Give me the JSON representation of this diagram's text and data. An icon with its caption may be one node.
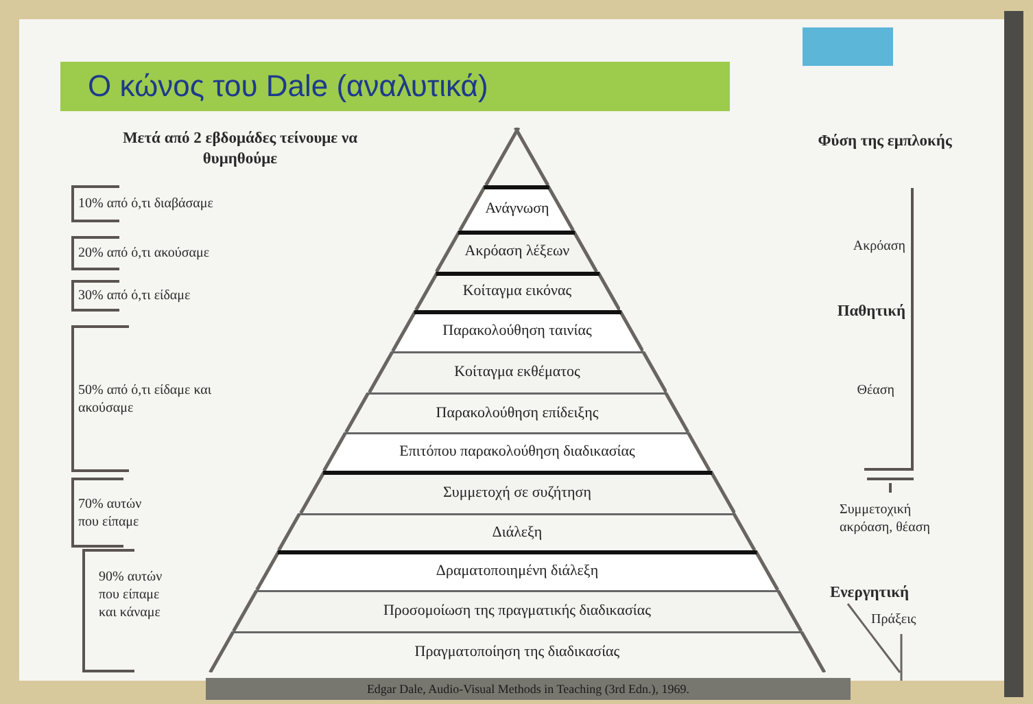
{
  "diagram": {
    "title": "Ο κώνος του Dale (αναλυτικά)",
    "caption": "Edgar Dale, Audio-Visual Methods in Teaching (3rd Edn.), 1969.",
    "nodes": [
      {
        "text": [],
        "shape": "triangle"
      },
      {
        "text": [
          "Ανάγνωση"
        ]
      },
      {
        "text": [
          "Ακρόαση λέξεων"
        ]
      },
      {
        "text": [
          "Κοίταγμα εικόνας"
        ]
      },
      {
        "text": [
          "Παρακολούθηση ταινίας"
        ]
      },
      {
        "text": [
          "Κοίταγμα εκθέματος"
        ]
      },
      {
        "text": [
          "Παρακολούθηση επίδειξης"
        ]
      },
      {
        "text": [
          "Επιτόπου παρακολούθηση διαδικασίας"
        ]
      },
      {
        "text": [
          "Συμμετοχή σε συζήτηση"
        ]
      },
      {
        "text": [
          "Διάλεξη"
        ]
      },
      {
        "text": [
          "Δραματοποιημένη διάλεξη"
        ]
      },
      {
        "text": [
          "Προσομοίωση της πραγματικής διαδικασίας"
        ]
      },
      {
        "text": [
          "Πραγματοποίηση της διαδικασίας"
        ]
      },
      {
        "text": [
          "10% από ό,τι διαβάσαμε"
        ]
      },
      {
        "text": [
          "20% από ό,τι ακούσαμε"
        ]
      },
      {
        "text": [
          "30% από ό,τι είδαμε"
        ]
      },
      {
        "text": [
          "50% από ό,τι είδαμε και ακούσαμε"
        ]
      },
      {
        "text": [
          "70% αυτών που είπαμε"
        ]
      },
      {
        "text": [
          "90% αυτών που είπαμε και κάναμε"
        ]
      }
    ],
    "labels": [
      "Μετά από 2 εβδομάδες τείνουμε να θυμηθούμε",
      "Φύση της εμπλοκής",
      "Ακρόαση",
      "Παθητική",
      "Θέαση",
      "Συμμετοχική ακρόαση, θέαση",
      "Ενεργητική",
      "Πράξεις"
    ]
  }
}
